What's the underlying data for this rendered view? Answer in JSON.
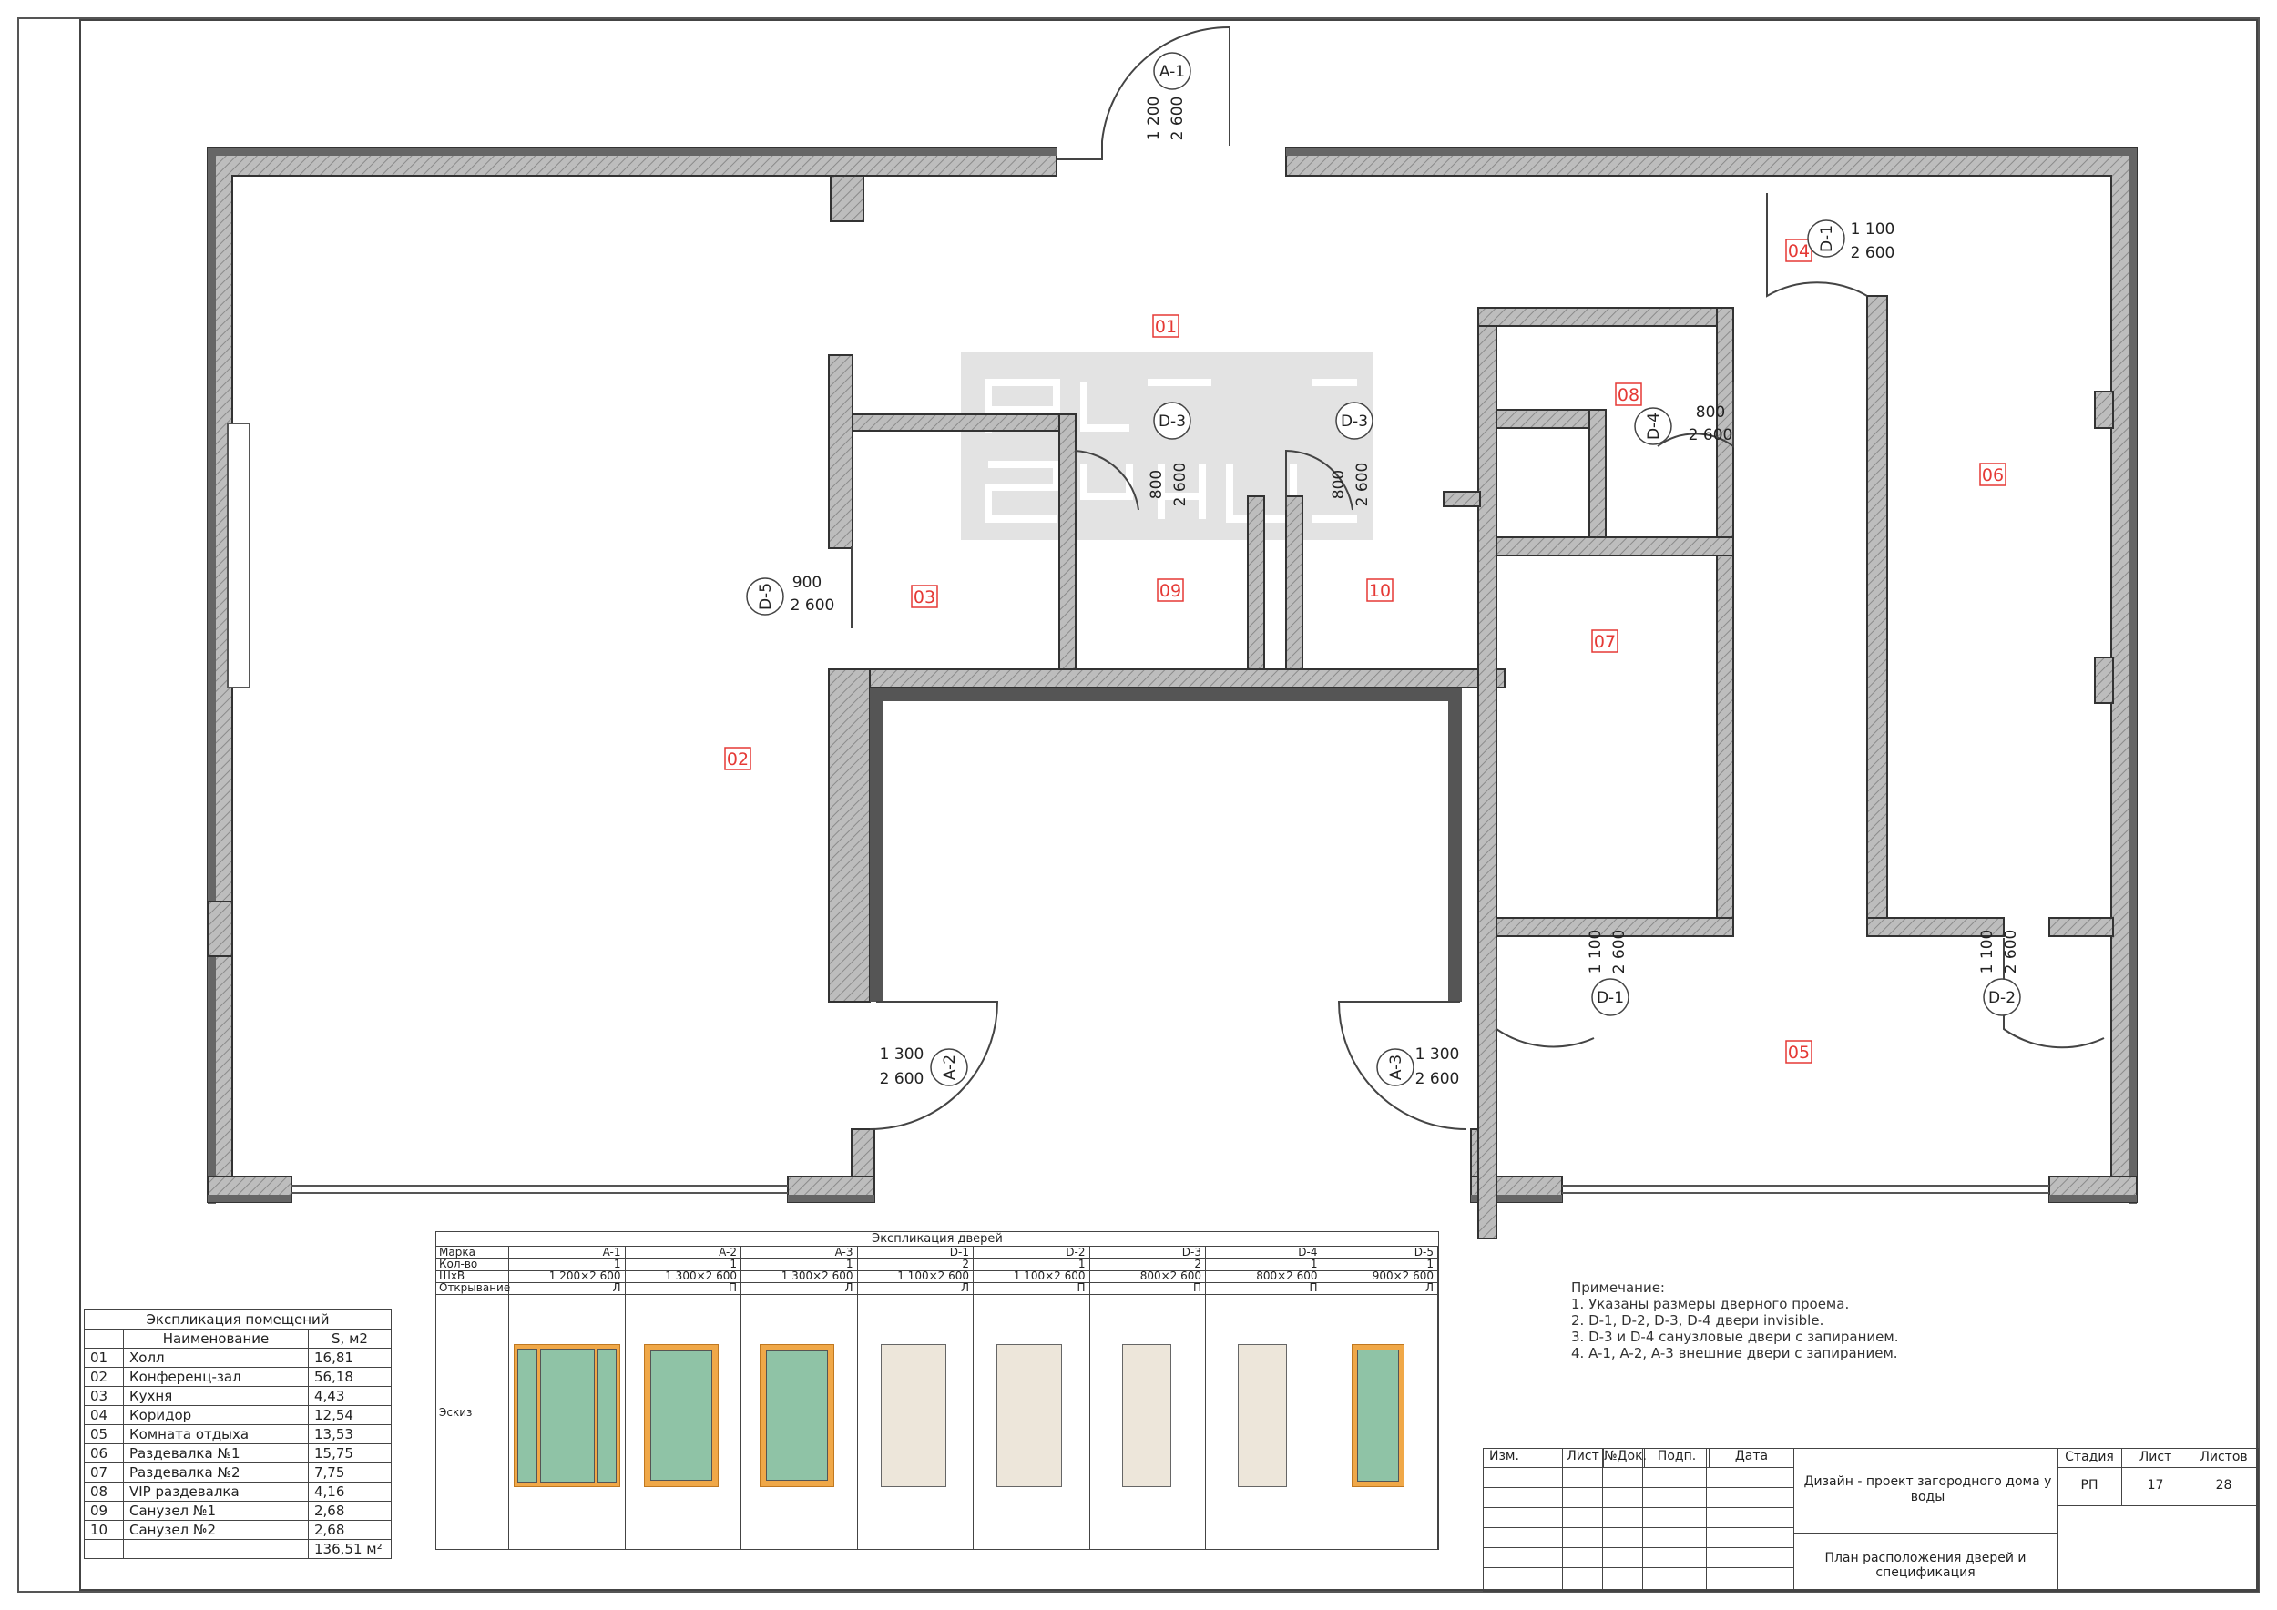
{
  "rooms": [
    {
      "num": "01",
      "name": "Холл",
      "area": "16,81"
    },
    {
      "num": "02",
      "name": "Конференц-зал",
      "area": "56,18"
    },
    {
      "num": "03",
      "name": "Кухня",
      "area": "4,43"
    },
    {
      "num": "04",
      "name": "Коридор",
      "area": "12,54"
    },
    {
      "num": "05",
      "name": "Комната отдыха",
      "area": "13,53"
    },
    {
      "num": "06",
      "name": "Раздевалка №1",
      "area": "15,75"
    },
    {
      "num": "07",
      "name": "Раздевалка №2",
      "area": "7,75"
    },
    {
      "num": "08",
      "name": "VIP раздевалка",
      "area": "4,16"
    },
    {
      "num": "09",
      "name": "Санузел №1",
      "area": "2,68"
    },
    {
      "num": "10",
      "name": "Санузел №2",
      "area": "2,68"
    }
  ],
  "room_table": {
    "title": "Экспликация помещений",
    "col_name": "Наименование",
    "col_area": "S, м2",
    "total": "136,51 м²"
  },
  "door_table": {
    "title": "Экспликация дверей",
    "row_labels": {
      "mark": "Марка",
      "qty": "Кол-во",
      "size": "ШхВ",
      "open": "Открывание",
      "sketch": "Эскиз"
    },
    "doors": [
      {
        "mark": "A-1",
        "qty": "1",
        "size": "1 200×2 600",
        "open": "Л"
      },
      {
        "mark": "A-2",
        "qty": "1",
        "size": "1 300×2 600",
        "open": "П"
      },
      {
        "mark": "A-3",
        "qty": "1",
        "size": "1 300×2 600",
        "open": "Л"
      },
      {
        "mark": "D-1",
        "qty": "2",
        "size": "1 100×2 600",
        "open": "Л"
      },
      {
        "mark": "D-2",
        "qty": "1",
        "size": "1 100×2 600",
        "open": "П"
      },
      {
        "mark": "D-3",
        "qty": "2",
        "size": "800×2 600",
        "open": "П"
      },
      {
        "mark": "D-4",
        "qty": "1",
        "size": "800×2 600",
        "open": "П"
      },
      {
        "mark": "D-5",
        "qty": "1",
        "size": "900×2 600",
        "open": "Л"
      }
    ]
  },
  "notes": {
    "title": "Примечание:",
    "items": [
      "1. Указаны размеры дверного проема.",
      "2. D-1, D-2, D-3, D-4 двери invisible.",
      "3. D-3 и D-4 санузловые двери с запиранием.",
      "4. A-1, A-2, A-3 внешние двери с запиранием."
    ]
  },
  "title_block": {
    "headers": {
      "izm": "Изм.",
      "list": "Лист",
      "ndok": "№Док.",
      "podp": "Подп.",
      "data": "Дата"
    },
    "project": "Дизайн - проект загородного дома у воды",
    "sheet_title": "План расположения дверей и спецификация",
    "stage_label": "Стадия",
    "sheet_label": "Лист",
    "sheets_label": "Листов",
    "stage": "РП",
    "sheet": "17",
    "sheets": "28"
  },
  "plan": {
    "door_tags": [
      {
        "mark": "A-1",
        "width": "1 200",
        "height": "2 600"
      },
      {
        "mark": "A-2",
        "width": "1 300",
        "height": "2 600"
      },
      {
        "mark": "A-3",
        "width": "1 300",
        "height": "2 600"
      },
      {
        "mark": "D-1",
        "width": "1 100",
        "height": "2 600"
      },
      {
        "mark": "D-1",
        "width": "1 100",
        "height": "2 600"
      },
      {
        "mark": "D-2",
        "width": "1 100",
        "height": "2 600"
      },
      {
        "mark": "D-3",
        "width": "800",
        "height": "2 600"
      },
      {
        "mark": "D-3",
        "width": "800",
        "height": "2 600"
      },
      {
        "mark": "D-4",
        "width": "800",
        "height": "2 600"
      },
      {
        "mark": "D-5",
        "width": "900",
        "height": "2 600"
      }
    ]
  }
}
